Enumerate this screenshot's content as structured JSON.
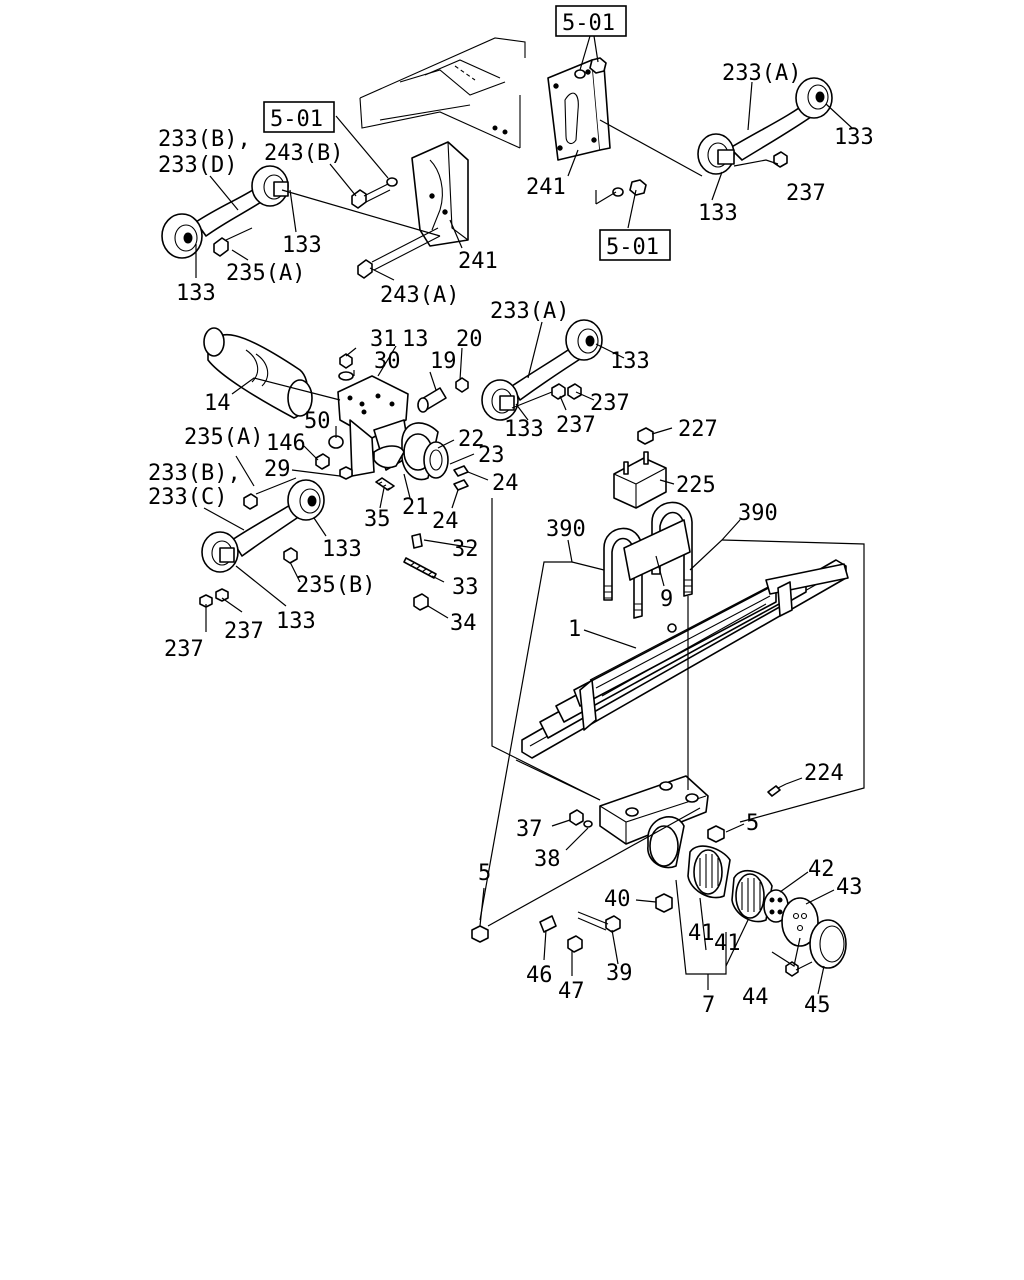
{
  "refs": [
    {
      "text": "5-01"
    },
    {
      "text": "5-01"
    },
    {
      "text": "5-01"
    }
  ],
  "labels": [
    {
      "text": "233(A)"
    },
    {
      "text": "133"
    },
    {
      "text": "237"
    },
    {
      "text": "133"
    },
    {
      "text": "241"
    },
    {
      "text": "233(B),"
    },
    {
      "text": "233(D)"
    },
    {
      "text": "243(B)"
    },
    {
      "text": "133"
    },
    {
      "text": "235(A)"
    },
    {
      "text": "133"
    },
    {
      "text": "241"
    },
    {
      "text": "243(A)"
    },
    {
      "text": "233(A)"
    },
    {
      "text": "31"
    },
    {
      "text": "13"
    },
    {
      "text": "20"
    },
    {
      "text": "30"
    },
    {
      "text": "19"
    },
    {
      "text": "133"
    },
    {
      "text": "237"
    },
    {
      "text": "14"
    },
    {
      "text": "237"
    },
    {
      "text": "133"
    },
    {
      "text": "235(A)"
    },
    {
      "text": "50"
    },
    {
      "text": "146"
    },
    {
      "text": "22"
    },
    {
      "text": "23"
    },
    {
      "text": "227"
    },
    {
      "text": "233(B),"
    },
    {
      "text": "29"
    },
    {
      "text": "233(C)"
    },
    {
      "text": "21"
    },
    {
      "text": "24"
    },
    {
      "text": "225"
    },
    {
      "text": "35"
    },
    {
      "text": "24"
    },
    {
      "text": "133"
    },
    {
      "text": "32"
    },
    {
      "text": "390"
    },
    {
      "text": "390"
    },
    {
      "text": "235(B)"
    },
    {
      "text": "33"
    },
    {
      "text": "133"
    },
    {
      "text": "9"
    },
    {
      "text": "237"
    },
    {
      "text": "34"
    },
    {
      "text": "237"
    },
    {
      "text": "1"
    },
    {
      "text": "224"
    },
    {
      "text": "37"
    },
    {
      "text": "5"
    },
    {
      "text": "38"
    },
    {
      "text": "5"
    },
    {
      "text": "42"
    },
    {
      "text": "43"
    },
    {
      "text": "40"
    },
    {
      "text": "41"
    },
    {
      "text": "41"
    },
    {
      "text": "46"
    },
    {
      "text": "39"
    },
    {
      "text": "47"
    },
    {
      "text": "44"
    },
    {
      "text": "7"
    },
    {
      "text": "45"
    }
  ]
}
